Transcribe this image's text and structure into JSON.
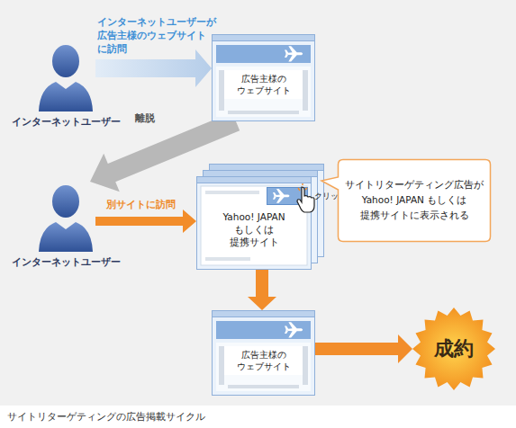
{
  "diagram": {
    "caption": "サイトリターゲティングの広告掲載サイクル",
    "nodes": [
      {
        "text": [
          "インターネットユーザー"
        ]
      },
      {
        "text": [
          "広告主様の ウェブサイト"
        ]
      },
      {
        "text": [
          "インターネットユーザー"
        ]
      },
      {
        "text": [
          "Yahoo! JAPAN もしくは 提携サイト"
        ]
      },
      {
        "text": [
          "クリック"
        ],
        "in": 3
      },
      {
        "text": [
          "サイトリターゲティング広告が Yahoo! JAPAN もしくは 提携サイトに表示される"
        ]
      },
      {
        "text": [
          "広告主様の ウェブサイト"
        ]
      },
      {
        "text": [
          "成約"
        ]
      }
    ],
    "edges": [
      {
        "from": 0,
        "to": 1,
        "arrow": "to",
        "label": "インターネットユーザーが 広告主様のウェブサイト に訪問"
      },
      {
        "from": 1,
        "to": 2,
        "arrow": "to",
        "label": "離脱"
      },
      {
        "from": 2,
        "to": 3,
        "arrow": "to",
        "label": "別サイトに訪問"
      },
      {
        "from": 3,
        "to": 6,
        "arrow": "to"
      },
      {
        "from": 6,
        "to": 7,
        "arrow": "to"
      }
    ]
  }
}
